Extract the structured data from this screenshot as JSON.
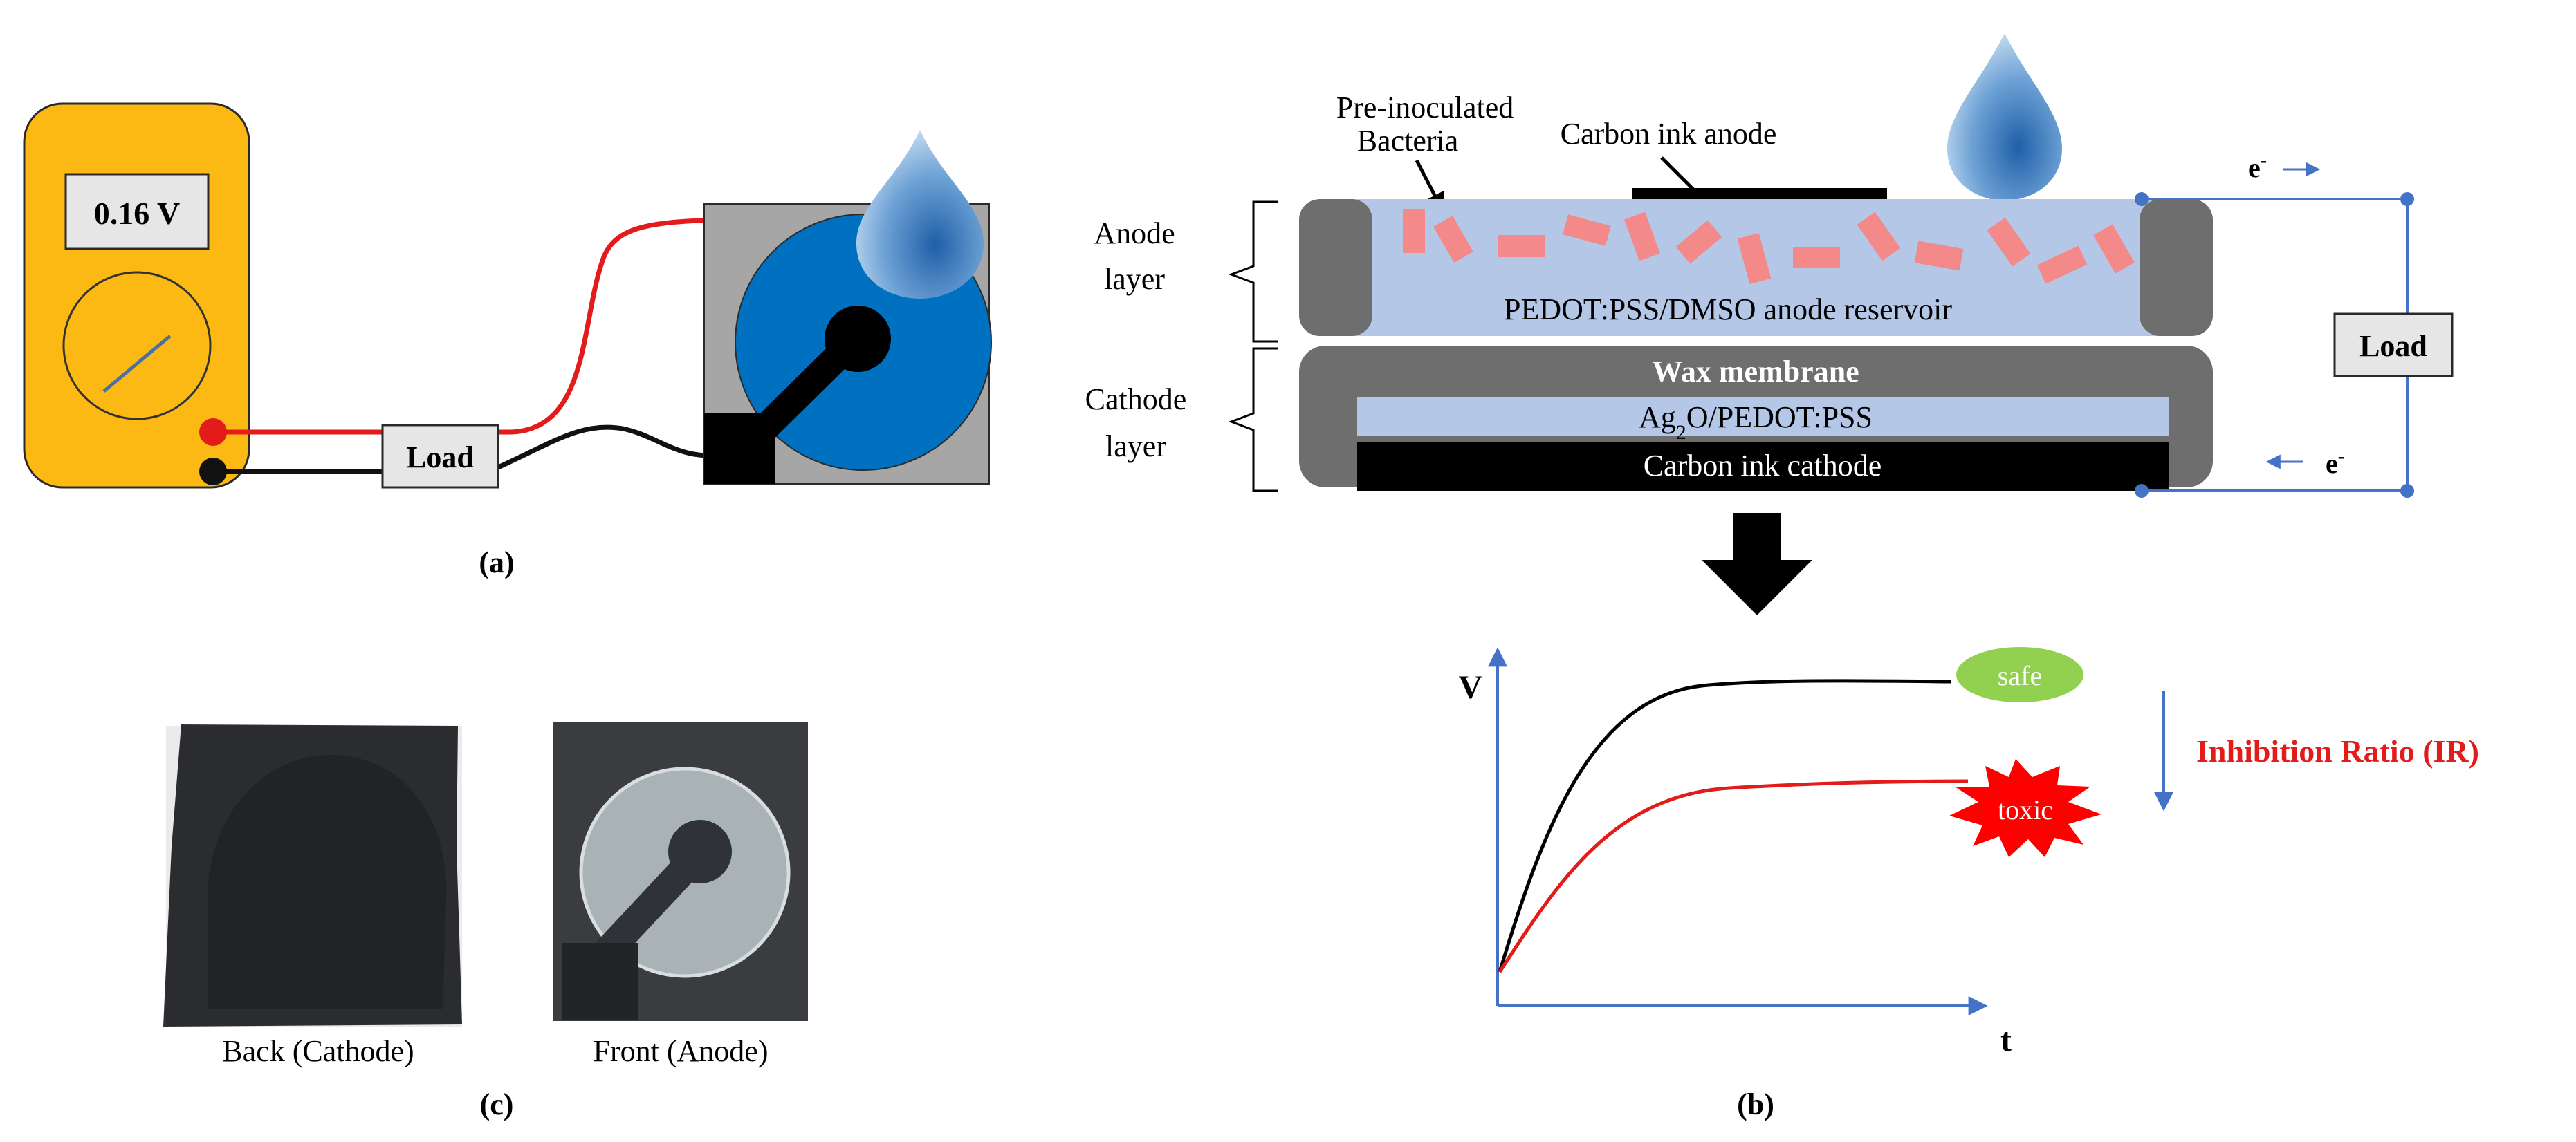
{
  "panel_a": {
    "meter_reading": "0.16 V",
    "load_label": "Load",
    "caption": "(a)",
    "colors": {
      "meter_body": "#FDB913",
      "sensor_background": "#A6A6A6",
      "anode_disc": "#0070C0",
      "positive_lead": "#E31B1B",
      "negative_lead": "#111111"
    }
  },
  "panel_b": {
    "bacteria_label_line1": "Pre-inoculated",
    "bacteria_label_line2": "Bacteria",
    "carbon_anode_label": "Carbon ink anode",
    "anode_layer_line1": "Anode",
    "anode_layer_line2": "layer",
    "cathode_layer_line1": "Cathode",
    "cathode_layer_line2": "layer",
    "reservoir_label": "PEDOT:PSS/DMSO anode reservoir",
    "wax_label": "Wax membrane",
    "ag_label_main": "Ag",
    "ag_label_sub": "2",
    "ag_label_rest": "O/PEDOT:PSS",
    "carbon_cathode_label": "Carbon ink cathode",
    "electron_symbol": "e",
    "electron_charge": "-",
    "load_label": "Load",
    "caption": "(b)",
    "colors": {
      "reservoir": "#B4C7E7",
      "bacteria": "#F4898A",
      "wire": "#4472C4",
      "layer_frame": "#595959"
    }
  },
  "graph": {
    "y_axis_label": "V",
    "x_axis_label": "t",
    "safe_label": "safe",
    "toxic_label": "toxic",
    "ratio_label": "Inhibition Ratio (IR)",
    "colors": {
      "axis": "#4472C4",
      "safe_curve": "#000000",
      "toxic_curve": "#E31B1B",
      "safe_badge": "#92D050",
      "ratio_text": "#E31B1B"
    }
  },
  "panel_c": {
    "back_caption": "Back (Cathode)",
    "front_caption": "Front (Anode)",
    "caption": "(c)"
  }
}
